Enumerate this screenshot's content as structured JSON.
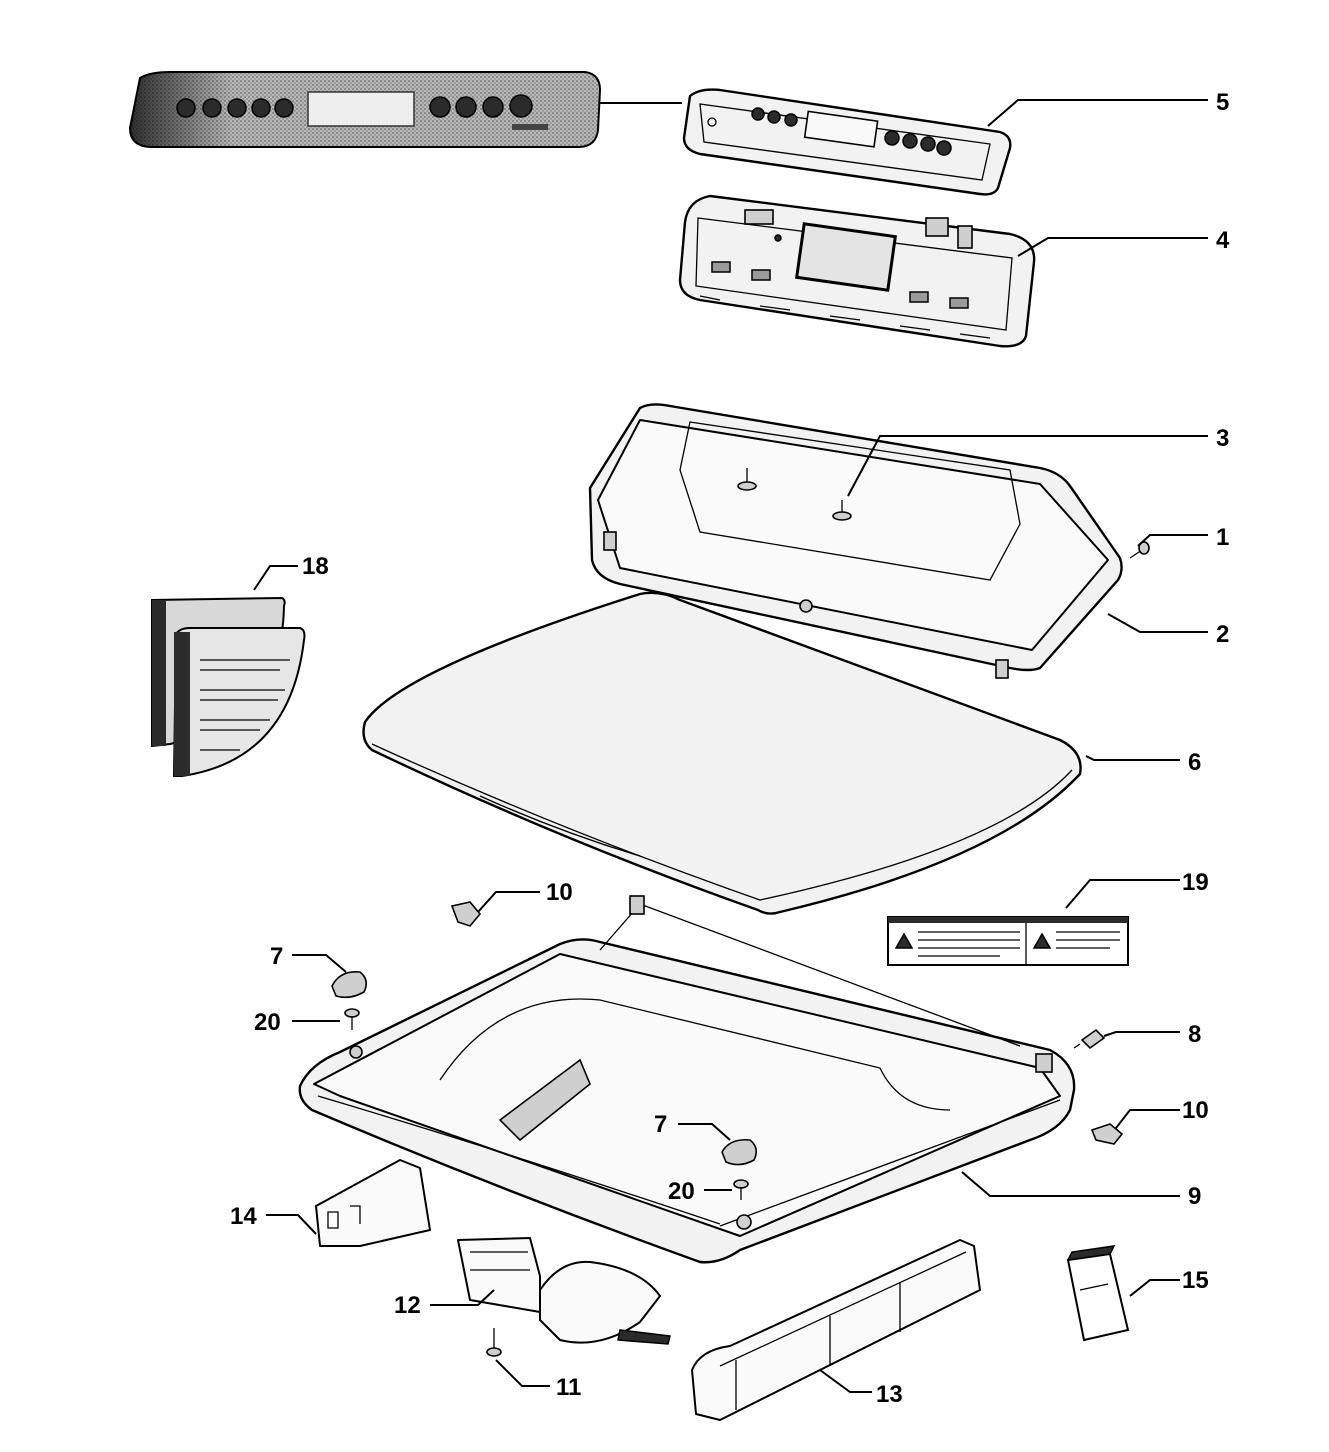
{
  "callouts": [
    {
      "id": "5",
      "label": "5"
    },
    {
      "id": "4",
      "label": "4"
    },
    {
      "id": "3",
      "label": "3"
    },
    {
      "id": "1",
      "label": "1"
    },
    {
      "id": "2",
      "label": "2"
    },
    {
      "id": "18",
      "label": "18"
    },
    {
      "id": "6",
      "label": "6"
    },
    {
      "id": "10a",
      "label": "10"
    },
    {
      "id": "19",
      "label": "19"
    },
    {
      "id": "7a",
      "label": "7"
    },
    {
      "id": "20a",
      "label": "20"
    },
    {
      "id": "8",
      "label": "8"
    },
    {
      "id": "10b",
      "label": "10"
    },
    {
      "id": "7b",
      "label": "7"
    },
    {
      "id": "20b",
      "label": "20"
    },
    {
      "id": "9",
      "label": "9"
    },
    {
      "id": "14",
      "label": "14"
    },
    {
      "id": "15",
      "label": "15"
    },
    {
      "id": "12",
      "label": "12"
    },
    {
      "id": "11",
      "label": "11"
    },
    {
      "id": "13",
      "label": "13"
    }
  ]
}
